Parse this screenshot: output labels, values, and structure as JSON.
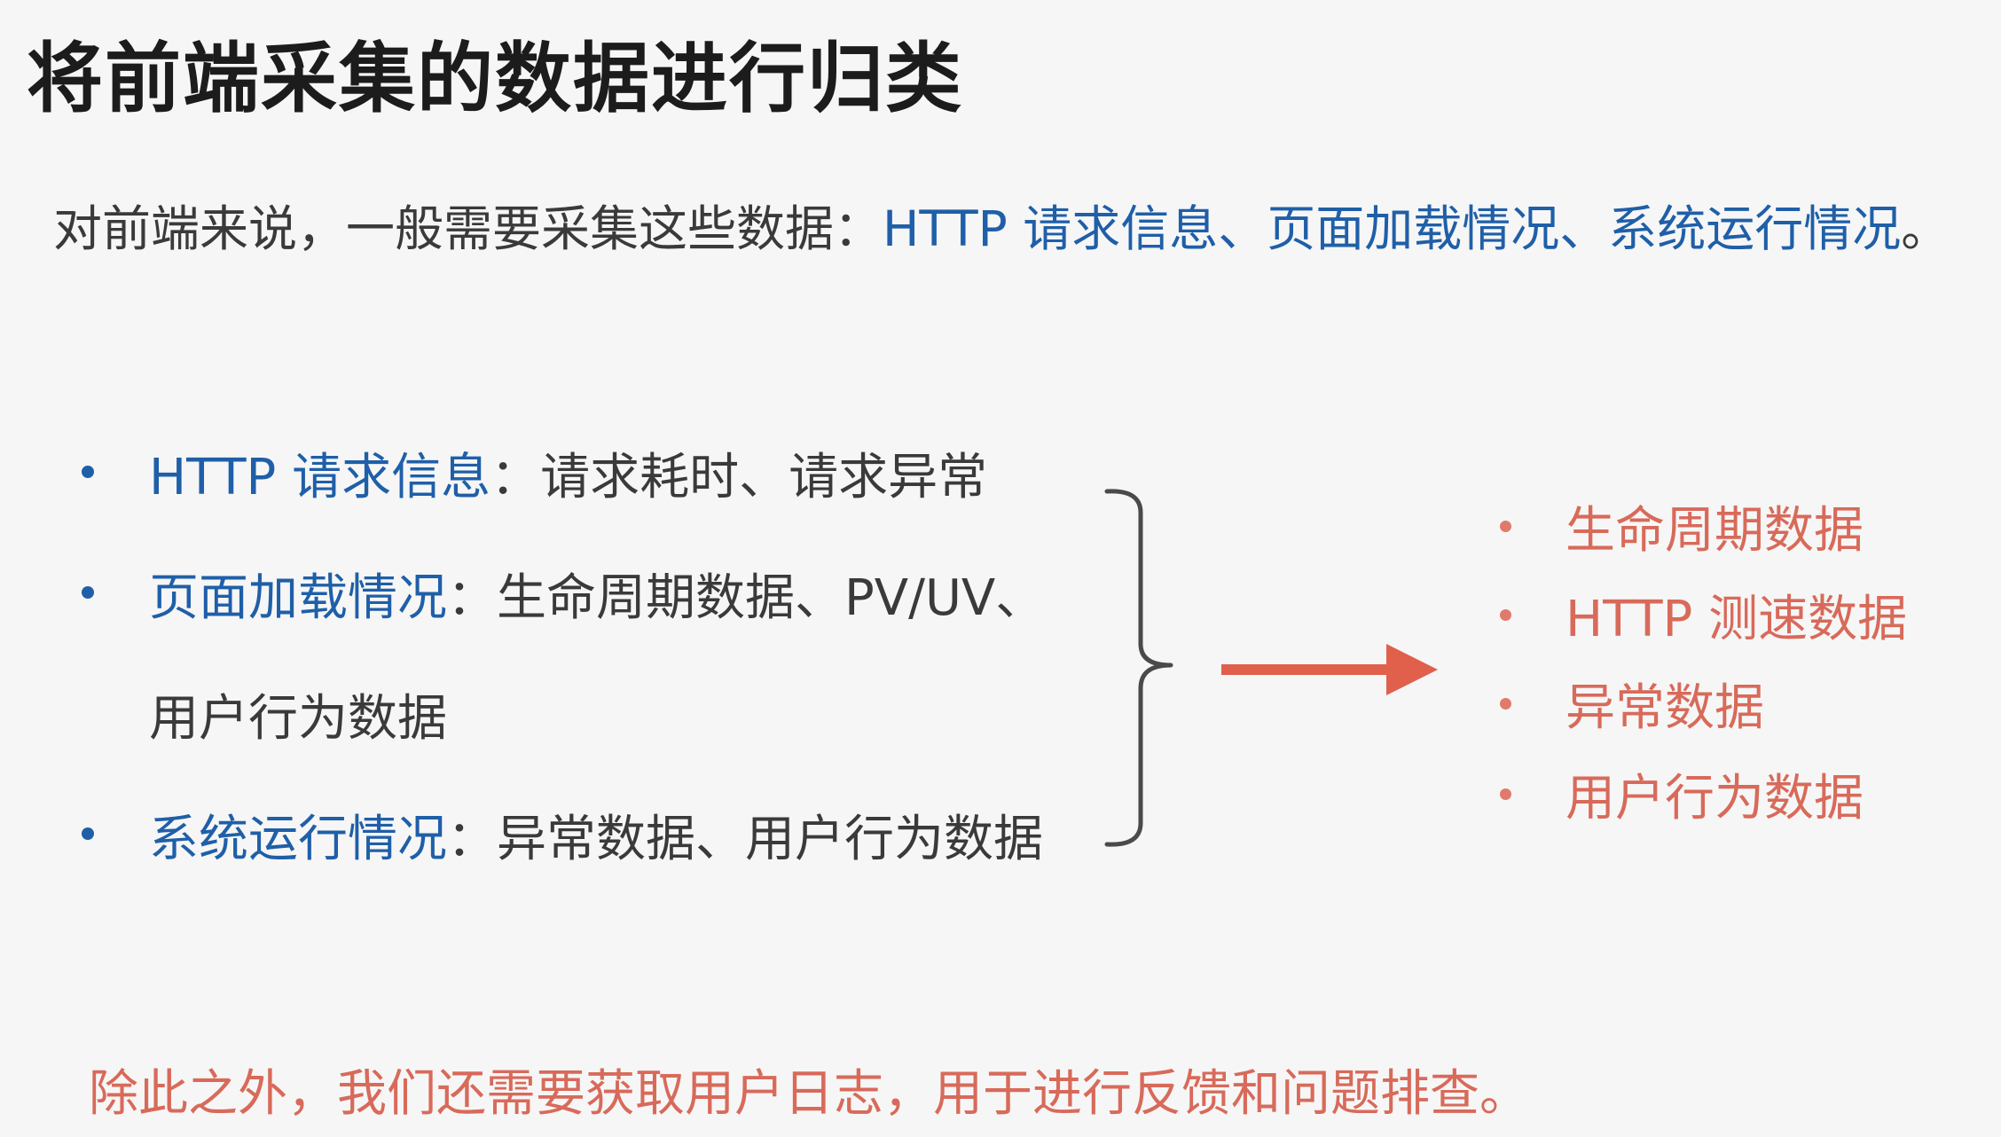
{
  "title": "将前端采集的数据进行归类",
  "intro": {
    "prefix": "对前端来说，一般需要采集这些数据：",
    "highlight": "HTTP 请求信息、页面加载情况、系统运行情况",
    "suffix": "。"
  },
  "left_list": [
    {
      "key": "HTTP 请求信息",
      "sep": "：",
      "value": "请求耗时、请求异常"
    },
    {
      "key": "页面加载情况",
      "sep": "：",
      "value": "生命周期数据、PV/UV、",
      "continuation": "用户行为数据"
    },
    {
      "key": "系统运行情况",
      "sep": "：",
      "value": "异常数据、用户行为数据"
    }
  ],
  "right_list": [
    "生命周期数据",
    "HTTP 测速数据",
    "异常数据",
    "用户行为数据"
  ],
  "footer": "除此之外，我们还需要获取用户日志，用于进行反馈和问题排查。",
  "colors": {
    "title": "#1c1c1c",
    "body_text": "#3a3a3a",
    "highlight_blue": "#1f5fa8",
    "accent_red": "#d86a5a",
    "arrow": "#e0604c",
    "background": "#f6f6f6"
  }
}
